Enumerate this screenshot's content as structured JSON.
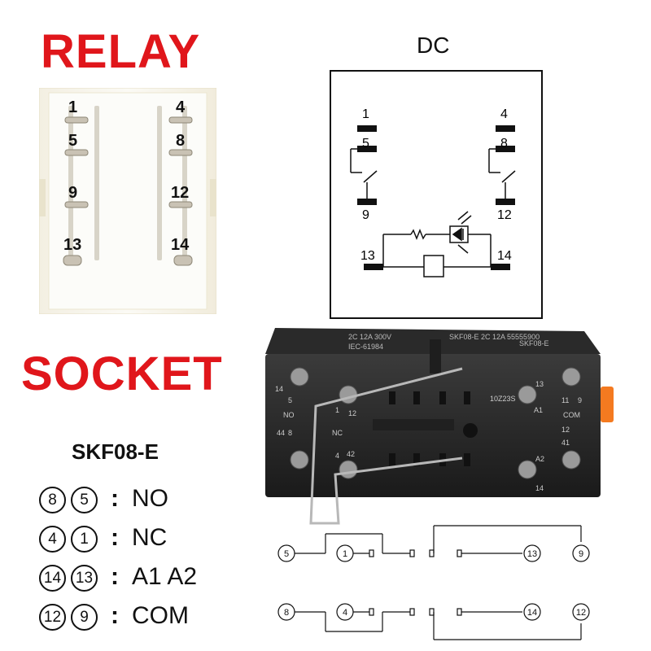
{
  "relay": {
    "title": "RELAY",
    "pins": {
      "p1": "1",
      "p4": "4",
      "p5": "5",
      "p8": "8",
      "p9": "9",
      "p12": "12",
      "p13": "13",
      "p14": "14"
    }
  },
  "dc_diagram": {
    "title": "DC",
    "pins": {
      "p1": "1",
      "p4": "4",
      "p5": "5",
      "p8": "8",
      "p9": "9",
      "p12": "12",
      "p13": "13",
      "p14": "14"
    }
  },
  "socket": {
    "title": "SOCKET",
    "model": "SKF08-E",
    "housing_text": {
      "top_left": "SKF08-E",
      "top_rating": "2C 12A 300V",
      "top_std": "IEC-61984",
      "right_marks": "SKF08-E 2C 12A 55555900",
      "left_14": "14",
      "left_5": "5",
      "left_NO": "NO",
      "left_8": "8",
      "left_44": "44",
      "left_1": "1",
      "left_NC": "NC",
      "left_12": "12",
      "left_4": "4",
      "left_42": "42",
      "right_13": "13",
      "right_A1": "A1",
      "right_11": "11",
      "right_COM": "COM",
      "right_9": "9",
      "right_12": "12",
      "right_41": "41",
      "right_A2": "A2",
      "right_14": "14",
      "center": "10Z23S"
    }
  },
  "legend": [
    {
      "a": "8",
      "b": "5",
      "label": "NO"
    },
    {
      "a": "4",
      "b": "1",
      "label": "NC"
    },
    {
      "a": "14",
      "b": "13",
      "label": "A1 A2"
    },
    {
      "a": "12",
      "b": "9",
      "label": "COM"
    }
  ],
  "wiring": {
    "row1": [
      "5",
      "1",
      "13",
      "9"
    ],
    "row2": [
      "8",
      "4",
      "14",
      "12"
    ]
  }
}
